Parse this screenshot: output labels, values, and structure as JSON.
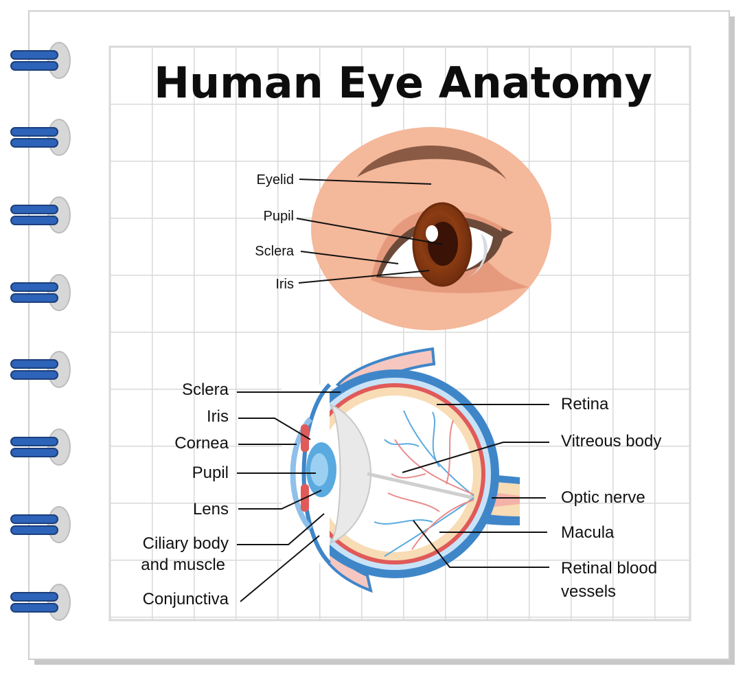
{
  "title": "Human Eye Anatomy",
  "external_eye": {
    "labels": [
      "Eyelid",
      "Pupil",
      "Sclera",
      "Iris"
    ]
  },
  "cross_section": {
    "left_labels": [
      "Sclera",
      "Iris",
      "Cornea",
      "Pupil",
      "Lens",
      "Ciliary body",
      "and muscle",
      "Conjunctiva"
    ],
    "right_labels": [
      "Retina",
      "Vitreous body",
      "Optic nerve",
      "Macula",
      "Retinal blood",
      "vessels"
    ]
  },
  "colors": {
    "paper": "#ffffff",
    "grid": "#d6d6d6",
    "ring_blue": "#2d63b8",
    "skin": "#f4b89a",
    "brow": "#8a5a44",
    "iris": "#8b3c12",
    "sclera_blue": "#3f86c9",
    "retina_red": "#e05a5a",
    "vitreous": "#f7dcb5"
  }
}
